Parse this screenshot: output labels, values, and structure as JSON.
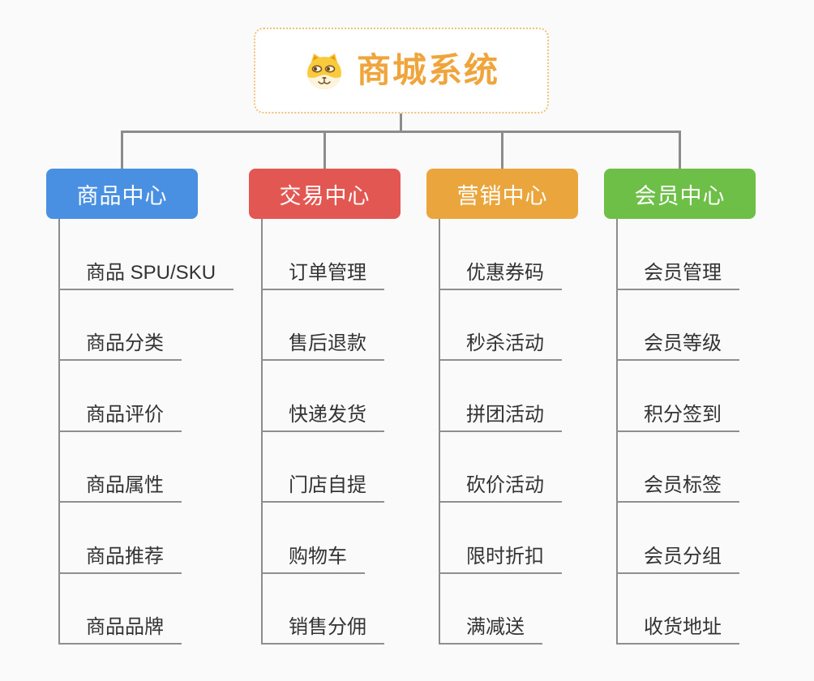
{
  "colors": {
    "background": "#fafafa",
    "connector": "#8c8c8c",
    "underline": "#8f8f8f",
    "item-text": "#333333",
    "node-text": "#ffffff",
    "root-title": "#f0a53c",
    "root-border": "#f2c178"
  },
  "root": {
    "title": "商城系统",
    "icon": "dog-face-icon"
  },
  "branches": [
    {
      "label": "商品中心",
      "color": "#4a90e2",
      "items": [
        "商品 SPU/SKU",
        "商品分类",
        "商品评价",
        "商品属性",
        "商品推荐",
        "商品品牌"
      ]
    },
    {
      "label": "交易中心",
      "color": "#e25752",
      "items": [
        "订单管理",
        "售后退款",
        "快递发货",
        "门店自提",
        "购物车",
        "销售分佣"
      ]
    },
    {
      "label": "营销中心",
      "color": "#eba53d",
      "items": [
        "优惠券码",
        "秒杀活动",
        "拼团活动",
        "砍价活动",
        "限时折扣",
        "满减送"
      ]
    },
    {
      "label": "会员中心",
      "color": "#6dbf48",
      "items": [
        "会员管理",
        "会员等级",
        "积分签到",
        "会员标签",
        "会员分组",
        "收货地址"
      ]
    }
  ]
}
